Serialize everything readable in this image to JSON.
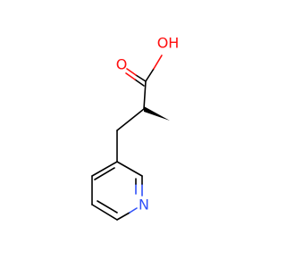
{
  "molecule": {
    "atoms": {
      "oxygen_carbonyl": {
        "label": "O",
        "color": "#ff0d0d"
      },
      "hydroxyl": {
        "label": "OH",
        "color": "#ff0d0d"
      },
      "nitrogen": {
        "label": "N",
        "color": "#3050f8"
      }
    },
    "bond_color": "#000000",
    "background": "#ffffff"
  }
}
